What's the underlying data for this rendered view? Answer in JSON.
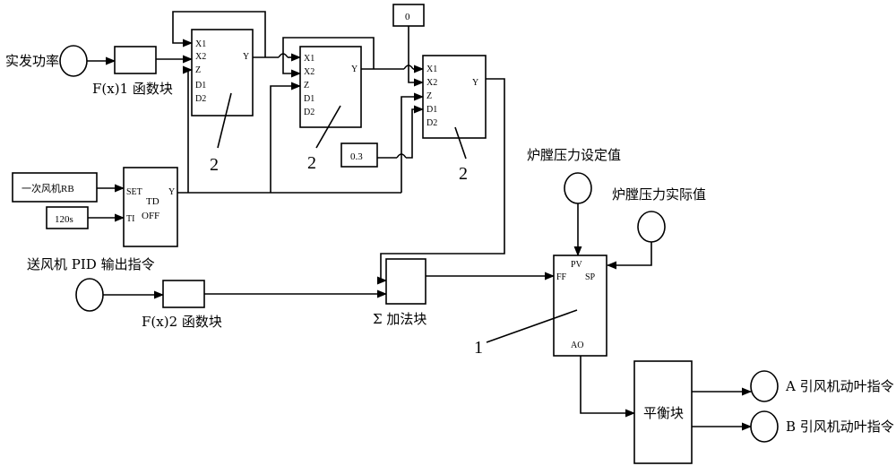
{
  "inputs": {
    "actual_power": "实发功率",
    "primary_fan_rb": "一次风机RB",
    "timer_const": "120s",
    "fan_pid_output": "送风机 PID 输出指令",
    "furnace_pressure_setpoint": "炉膛压力设定值",
    "furnace_pressure_actual": "炉膛压力实际值"
  },
  "blocks": {
    "fx1": "F(x)1 函数块",
    "fx2": "F(x)2 函数块",
    "sum": "Σ 加法块",
    "balance": "平衡块",
    "td_off_line1": "TD",
    "td_off_line2": "OFF",
    "td_set": "SET",
    "td_ti": "TI",
    "td_y": "Y",
    "const_zero": "0",
    "const_03": "0.3"
  },
  "selector_ports": [
    "X1",
    "X2",
    "Z",
    "D1",
    "D2"
  ],
  "selector_output": "Y",
  "pid_ports": {
    "pv": "PV",
    "sp": "SP",
    "ff": "FF",
    "ao": "AO"
  },
  "outputs": {
    "fan_a": "A 引风机动叶指令",
    "fan_b": "B 引风机动叶指令"
  },
  "callouts": {
    "selector1": "2",
    "selector2": "2",
    "selector3": "2",
    "pid": "1"
  }
}
